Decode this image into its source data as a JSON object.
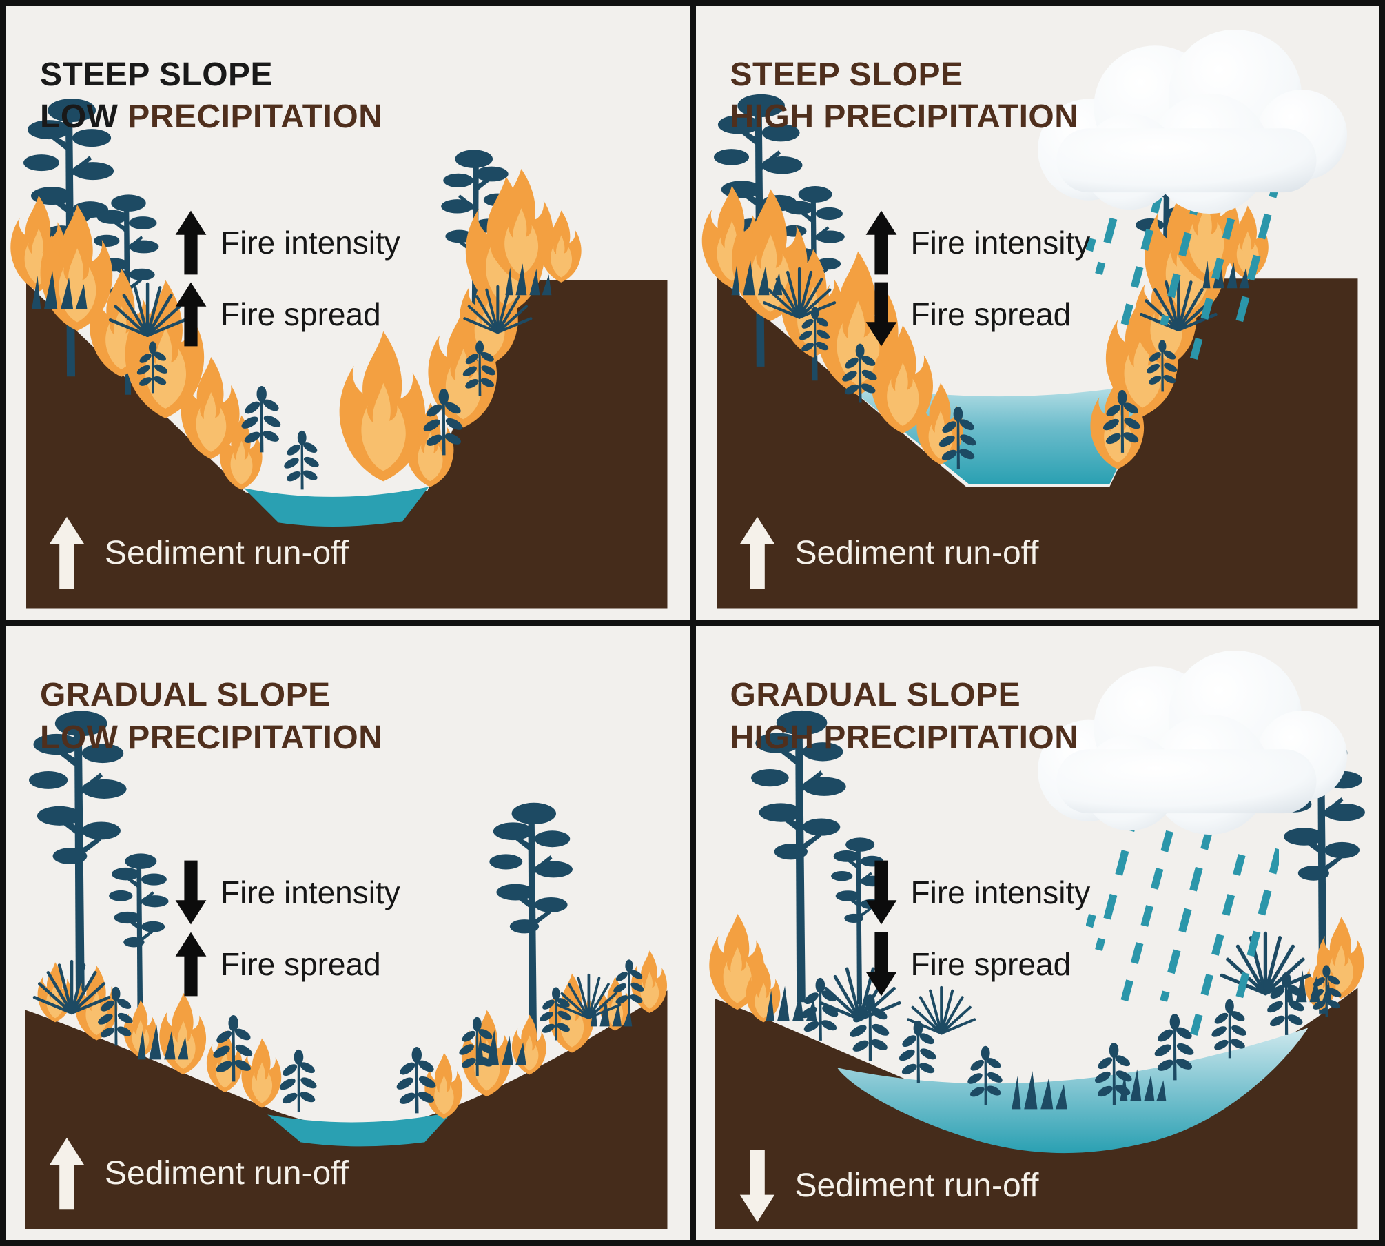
{
  "figure": {
    "kind": "2x2 infographic matrix",
    "subject": "Fire behaviour and sediment run-off by slope and precipitation"
  },
  "colors": {
    "background": "#f2f0ed",
    "frame": "#111111",
    "title_black": "#191919",
    "title_brown": "#4f2f1d",
    "soil": "#452c1b",
    "water": "#2aa0b2",
    "water_light": "#bfe3e9",
    "flame": "#f3a041",
    "flame_inner": "#f8bf6d",
    "vegetation": "#1d4a63",
    "rain": "#2b96aa",
    "indicator_text": "#161616",
    "sediment_text": "#f5f1ea"
  },
  "panels": [
    {
      "id": "steep-slope-low-precipitation",
      "slope": "steep",
      "precipitation": "low",
      "title": {
        "line1": "STEEP SLOPE",
        "line2_prefix": "LOW ",
        "line2_rest": "PRECIPITATION"
      },
      "indicators": [
        {
          "label": "Fire intensity",
          "direction": "up"
        },
        {
          "label": "Fire spread",
          "direction": "up"
        }
      ],
      "sediment": {
        "label": "Sediment run-off",
        "direction": "up"
      },
      "cloud": false
    },
    {
      "id": "steep-slope-high-precipitation",
      "slope": "steep",
      "precipitation": "high",
      "title": {
        "line1": "STEEP SLOPE",
        "line2_prefix": "HIGH ",
        "line2_rest": "PRECIPITATION"
      },
      "indicators": [
        {
          "label": "Fire intensity",
          "direction": "up"
        },
        {
          "label": "Fire spread",
          "direction": "down"
        }
      ],
      "sediment": {
        "label": "Sediment run-off",
        "direction": "up"
      },
      "cloud": true
    },
    {
      "id": "gradual-slope-low-precipitation",
      "slope": "gradual",
      "precipitation": "low",
      "title": {
        "line1": "GRADUAL SLOPE",
        "line2_prefix": "LOW ",
        "line2_rest": "PRECIPITATION"
      },
      "indicators": [
        {
          "label": "Fire intensity",
          "direction": "down"
        },
        {
          "label": "Fire spread",
          "direction": "up"
        }
      ],
      "sediment": {
        "label": "Sediment run-off",
        "direction": "up"
      },
      "cloud": false
    },
    {
      "id": "gradual-slope-high-precipitation",
      "slope": "gradual",
      "precipitation": "high",
      "title": {
        "line1": "GRADUAL SLOPE",
        "line2_prefix": "HIGH ",
        "line2_rest": "PRECIPITATION"
      },
      "indicators": [
        {
          "label": "Fire intensity",
          "direction": "down"
        },
        {
          "label": "Fire spread",
          "direction": "down"
        }
      ],
      "sediment": {
        "label": "Sediment run-off",
        "direction": "down"
      },
      "cloud": true
    }
  ]
}
